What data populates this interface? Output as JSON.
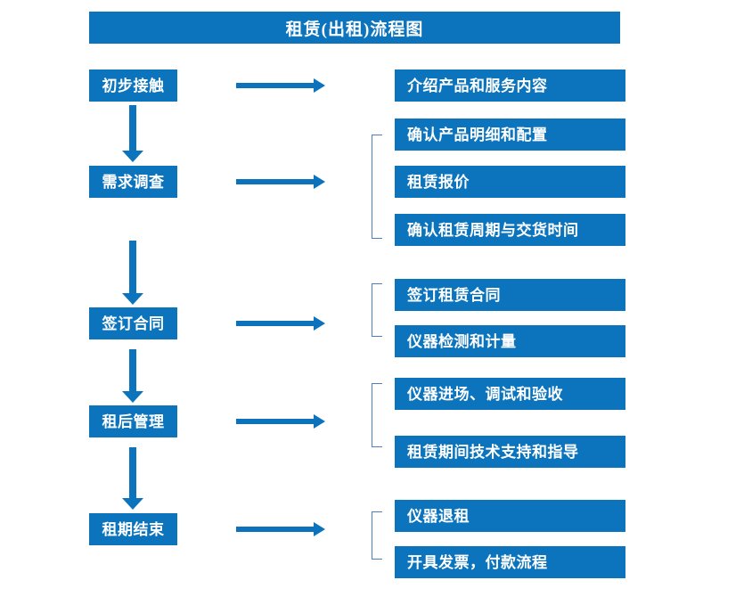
{
  "title": "租赁(出租)流程图",
  "colors": {
    "box_fill": "#0c74bd",
    "box_text": "#ffffff",
    "arrow": "#0b72bb",
    "bracket": "#4d80bc",
    "background": "#ffffff"
  },
  "stages": [
    {
      "label": "初步接触"
    },
    {
      "label": "需求调查"
    },
    {
      "label": "签订合同"
    },
    {
      "label": "租后管理"
    },
    {
      "label": "租期结束"
    }
  ],
  "details": [
    {
      "label": "介绍产品和服务内容"
    },
    {
      "label": "确认产品明细和配置"
    },
    {
      "label": "租赁报价"
    },
    {
      "label": "确认租赁周期与交货时间"
    },
    {
      "label": "签订租赁合同"
    },
    {
      "label": "仪器检测和计量"
    },
    {
      "label": "仪器进场、调试和验收"
    },
    {
      "label": "租赁期间技术支持和指导"
    },
    {
      "label": "仪器退租"
    },
    {
      "label": "开具发票，付款流程"
    }
  ],
  "chart_data": {
    "type": "diagram",
    "diagram_type": "flowchart",
    "title": "租赁(出租)流程图",
    "nodes": [
      {
        "id": "stage-1",
        "label": "初步接触",
        "column": "left",
        "order": 1
      },
      {
        "id": "stage-2",
        "label": "需求调查",
        "column": "left",
        "order": 2
      },
      {
        "id": "stage-3",
        "label": "签订合同",
        "column": "left",
        "order": 3
      },
      {
        "id": "stage-4",
        "label": "租后管理",
        "column": "left",
        "order": 4
      },
      {
        "id": "stage-5",
        "label": "租期结束",
        "column": "left",
        "order": 5
      },
      {
        "id": "detail-1",
        "label": "介绍产品和服务内容",
        "column": "right",
        "parent": "stage-1"
      },
      {
        "id": "detail-2",
        "label": "确认产品明细和配置",
        "column": "right",
        "parent": "stage-2"
      },
      {
        "id": "detail-3",
        "label": "租赁报价",
        "column": "right",
        "parent": "stage-2"
      },
      {
        "id": "detail-4",
        "label": "确认租赁周期与交货时间",
        "column": "right",
        "parent": "stage-2"
      },
      {
        "id": "detail-5",
        "label": "签订租赁合同",
        "column": "right",
        "parent": "stage-3"
      },
      {
        "id": "detail-6",
        "label": "仪器检测和计量",
        "column": "right",
        "parent": "stage-3"
      },
      {
        "id": "detail-7",
        "label": "仪器进场、调试和验收",
        "column": "right",
        "parent": "stage-4"
      },
      {
        "id": "detail-8",
        "label": "租赁期间技术支持和指导",
        "column": "right",
        "parent": "stage-4"
      },
      {
        "id": "detail-9",
        "label": "仪器退租",
        "column": "right",
        "parent": "stage-5"
      },
      {
        "id": "detail-10",
        "label": "开具发票，付款流程",
        "column": "right",
        "parent": "stage-5"
      }
    ],
    "edges": [
      {
        "from": "stage-1",
        "to": "stage-2",
        "style": "down-arrow"
      },
      {
        "from": "stage-2",
        "to": "stage-3",
        "style": "down-arrow"
      },
      {
        "from": "stage-3",
        "to": "stage-4",
        "style": "down-arrow"
      },
      {
        "from": "stage-4",
        "to": "stage-5",
        "style": "down-arrow"
      },
      {
        "from": "stage-1",
        "to": "detail-1",
        "style": "right-arrow"
      },
      {
        "from": "stage-2",
        "to": "detail-2",
        "style": "right-arrow-bracket"
      },
      {
        "from": "stage-3",
        "to": "detail-5",
        "style": "right-arrow-bracket"
      },
      {
        "from": "stage-4",
        "to": "detail-7",
        "style": "right-arrow-bracket"
      },
      {
        "from": "stage-5",
        "to": "detail-9",
        "style": "right-arrow-bracket"
      }
    ]
  }
}
